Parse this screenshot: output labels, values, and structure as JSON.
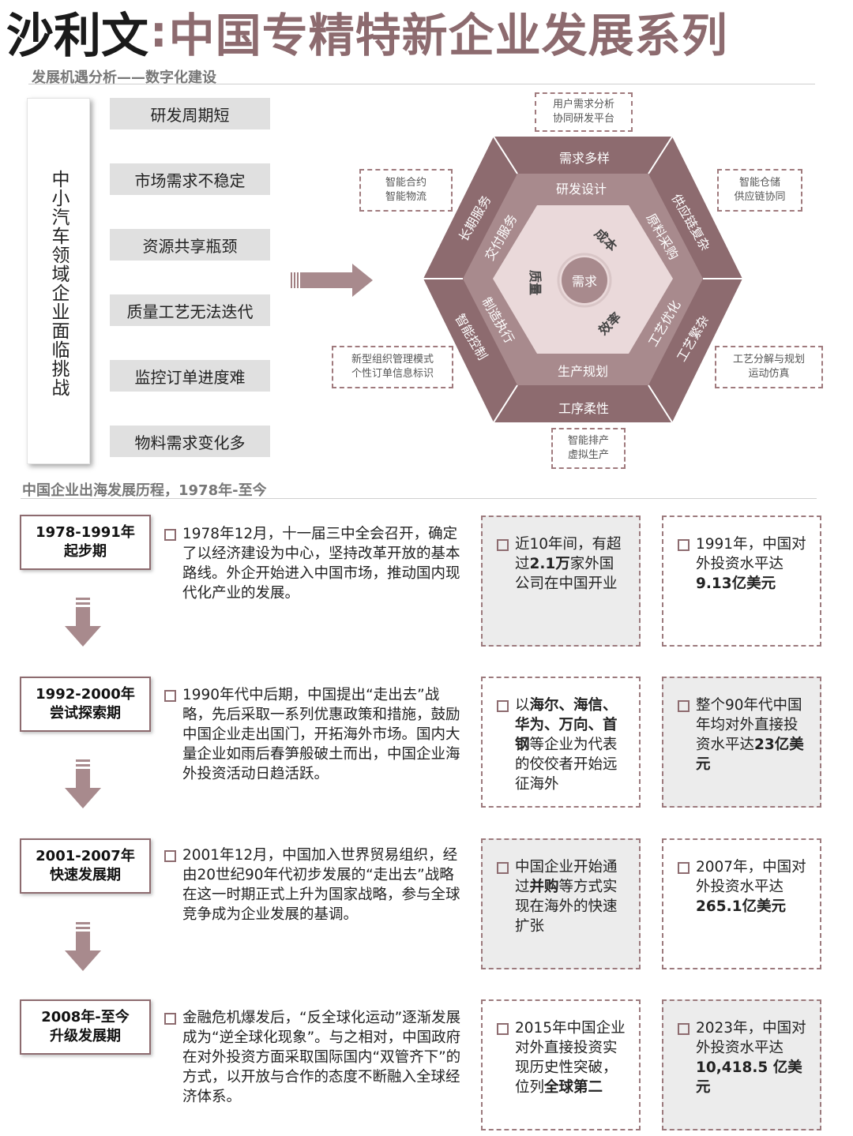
{
  "title": {
    "author": "沙利文",
    "separator": ":",
    "main": "中国专精特新企业发展系列"
  },
  "section1": {
    "heading": "发展机遇分析——数字化建设"
  },
  "left_panel": {
    "vertical_label": "中小汽车领域企业面临挑战",
    "challenges": [
      "研发周期短",
      "市场需求不稳定",
      "资源共享瓶颈",
      "质量工艺无法迭代",
      "监控订单进度难",
      "物料需求变化多"
    ]
  },
  "hexagon": {
    "center": "需求",
    "inner_words": {
      "top_right": "成本",
      "left": "质量",
      "bottom_right": "效率"
    },
    "middle_ring": {
      "top": "研发设计",
      "top_right": "原料采购",
      "bottom_right": "工艺优化",
      "bottom": "生产规划",
      "bottom_left": "制造执行",
      "top_left": "交付服务"
    },
    "outer_ring": {
      "top": "需求多样",
      "top_right": "供应链复杂",
      "bottom_right": "工艺繁杂",
      "bottom": "工序柔性",
      "bottom_left": "智能控制",
      "top_left": "长期服务"
    },
    "callouts": [
      {
        "line1": "用户需求分析",
        "line2": "协同研发平台"
      },
      {
        "line1": "智能仓储",
        "line2": "供应链协同"
      },
      {
        "line1": "工艺分解与规划",
        "line2": "运动仿真"
      },
      {
        "line1": "智能排产",
        "line2": "虚拟生产"
      },
      {
        "line1": "新型组织管理模式",
        "line2": "个性订单信息标识"
      },
      {
        "line1": "智能合约",
        "line2": "智能物流"
      }
    ]
  },
  "section2": {
    "heading": "中国企业出海发展历程，1978年-至今"
  },
  "timeline": [
    {
      "years": "1978-1991年",
      "stage": "起步期",
      "description": "1978年12月，十一届三中全会召开，确定了以经济建设为中心，坚持改革开放的基本路线。外企开始进入中国市场，推动国内现代化产业的发展。",
      "card1": {
        "pre": "近10年间，有超过",
        "bold": "2.1万",
        "post": "家外国公司在中国开业"
      },
      "card2": {
        "pre": "1991年，中国对外投资水平达",
        "bold": "9.13亿美元",
        "post": ""
      }
    },
    {
      "years": "1992-2000年",
      "stage": "尝试探索期",
      "description": "1990年代中后期，中国提出“走出去”战略，先后采取一系列优惠政策和措施，鼓励中国企业走出国门，开拓海外市场。国内大量企业如雨后春笋般破土而出，中国企业海外投资活动日趋活跃。",
      "card1": {
        "pre": "以",
        "bold": "海尔、海信、华为、万向、首钢",
        "post": "等企业为代表的佼佼者开始远征海外"
      },
      "card2": {
        "pre": "整个90年代中国年均对外直接投资水平达",
        "bold": "23亿美元",
        "post": ""
      }
    },
    {
      "years": "2001-2007年",
      "stage": "快速发展期",
      "description": "2001年12月，中国加入世界贸易组织，经由20世纪90年代初步发展的“走出去”战略在这一时期正式上升为国家战略，参与全球竞争成为企业发展的基调。",
      "card1": {
        "pre": "中国企业开始通过",
        "bold": "并购",
        "post": "等方式实现在海外的快速扩张"
      },
      "card2": {
        "pre": "2007年，中国对外投资水平达",
        "bold": "265.1亿美元",
        "post": ""
      }
    },
    {
      "years": "2008年-至今",
      "stage": "升级发展期",
      "description": "金融危机爆发后，“反全球化运动”逐渐发展成为“逆全球化现象”。与之相对，中国政府在对外投资方面采取国际国内“双管齐下”的方式，以开放与合作的态度不断融入全球经济体系。",
      "card1": {
        "pre": "2015年中国企业对外直接投资实现历史性突破，位列",
        "bold": "全球第二",
        "post": ""
      },
      "card2": {
        "pre": "2023年，中国对外投资水平达 ",
        "bold": "10,418.5 亿美元",
        "post": ""
      }
    }
  ],
  "colors": {
    "accent": "#8d6b6f",
    "hex_outer": "#8d6b6f",
    "hex_mid": "#a88a8d",
    "hex_inner": "#ead9da"
  }
}
